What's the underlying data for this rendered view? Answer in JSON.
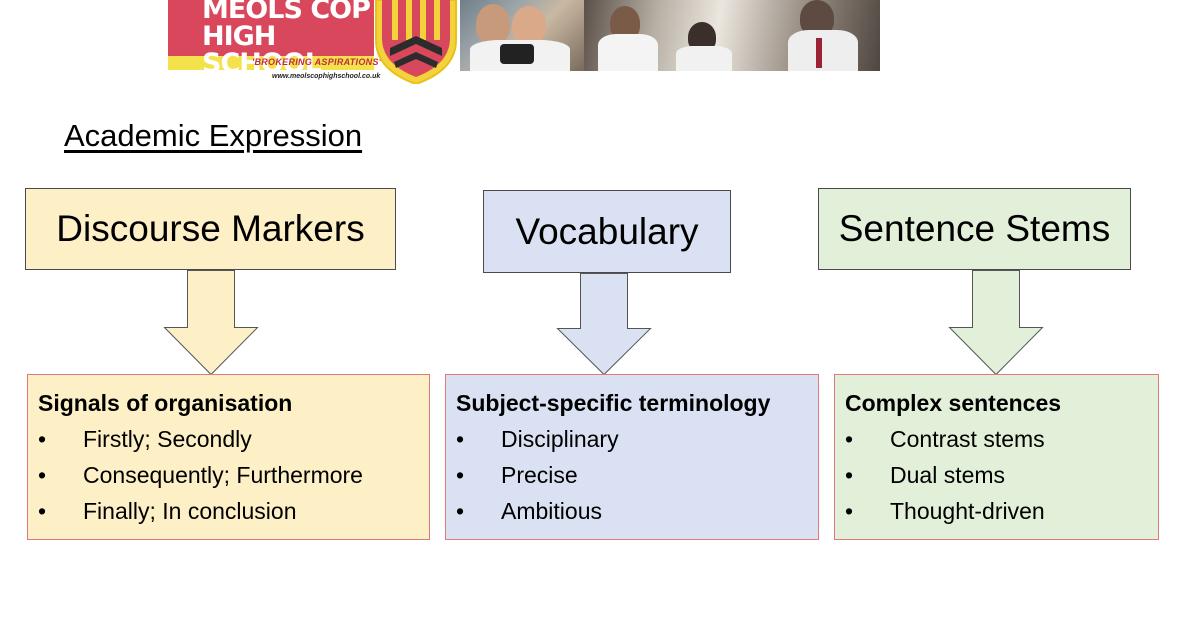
{
  "banner": {
    "school_name": "MEOLS COP\nHIGH SCHOOL",
    "motto": "'BROKERING ASPIRATIONS'",
    "website": "www.meolscophighschool.co.uk"
  },
  "title": "Academic Expression",
  "columns": [
    {
      "header": "Discourse Markers",
      "color": "#fdefc6",
      "detail_title": "Signals of organisation",
      "items": [
        "Firstly; Secondly",
        "Consequently; Furthermore",
        "Finally; In conclusion"
      ]
    },
    {
      "header": "Vocabulary",
      "color": "#d9e1f2",
      "detail_title": "Subject-specific terminology",
      "items": [
        "Disciplinary",
        "Precise",
        "Ambitious"
      ]
    },
    {
      "header": "Sentence Stems",
      "color": "#e2efd9",
      "detail_title": "Complex sentences",
      "items": [
        "Contrast stems",
        "Dual stems",
        "Thought-driven"
      ]
    }
  ],
  "bullet_glyph": "•",
  "colors": {
    "border_header": "#4a4a4a",
    "border_detail": "#e07a7a",
    "banner_red": "#d9475d",
    "banner_yellow": "#f4e24c"
  }
}
